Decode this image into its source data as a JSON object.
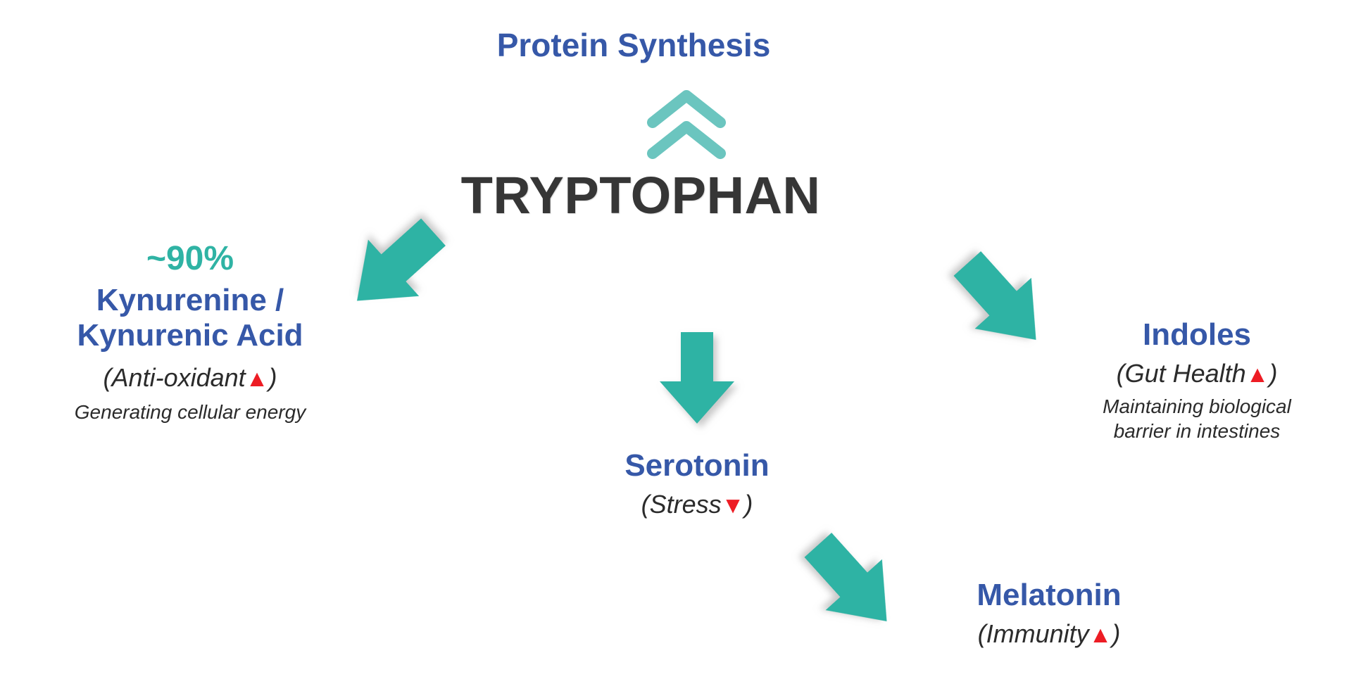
{
  "diagram": {
    "title": "TRYPTOPHAN",
    "colors": {
      "blue": "#3658A8",
      "teal": "#2FB3A4",
      "teal_light": "#6BC5BF",
      "charcoal": "#363636",
      "red": "#ED1C24",
      "background": "#FFFFFF"
    }
  },
  "center": {
    "label": "TRYPTOPHAN"
  },
  "protein": {
    "label": "Protein Synthesis",
    "icon": "double-chevron-up-icon"
  },
  "kynurenine": {
    "percent": "~90%",
    "label_line1": "Kynurenine /",
    "label_line2": "Kynurenic Acid",
    "paren_open": "(",
    "paren_text": "Anti-oxidant",
    "trend": "▲",
    "paren_close": ")",
    "subtext": "Generating cellular energy",
    "icon": "block-arrow-down-left-icon"
  },
  "serotonin": {
    "label": "Serotonin",
    "paren_open": "(",
    "paren_text": "Stress",
    "trend": "▼",
    "paren_close": ")",
    "icon": "block-arrow-down-icon"
  },
  "indoles": {
    "label": "Indoles",
    "paren_open": "(",
    "paren_text": "Gut Health",
    "trend": "▲",
    "paren_close": ")",
    "subtext_line1": "Maintaining biological",
    "subtext_line2": "barrier in intestines",
    "icon": "block-arrow-down-right-icon"
  },
  "melatonin": {
    "label": "Melatonin",
    "paren_open": "(",
    "paren_text": "Immunity",
    "trend": "▲",
    "paren_close": ")",
    "icon": "block-arrow-down-right-icon"
  }
}
